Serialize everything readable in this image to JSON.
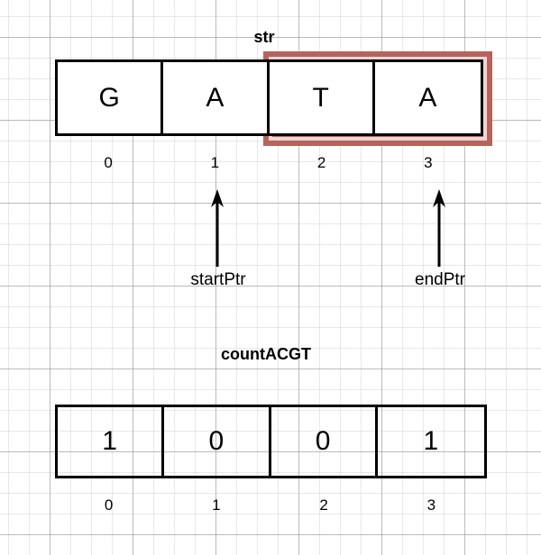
{
  "diagram": {
    "background": "grid-paper",
    "colors": {
      "box_border": "#000000",
      "highlight_border": "#b5635c",
      "highlight_fill": "#f2d5d3",
      "text": "#000000",
      "grid_line": "#969696"
    }
  },
  "str_array": {
    "title": "str",
    "cells": [
      {
        "value": "G",
        "index": "0"
      },
      {
        "value": "A",
        "index": "1"
      },
      {
        "value": "T",
        "index": "2"
      },
      {
        "value": "A",
        "index": "3"
      }
    ],
    "highlight": {
      "from_index": "2",
      "to_index": "3"
    }
  },
  "pointers": [
    {
      "label": "startPtr",
      "points_to_index": "1",
      "icon": "up-arrow-icon"
    },
    {
      "label": "endPtr",
      "points_to_index": "3",
      "icon": "up-arrow-icon"
    }
  ],
  "count_array": {
    "title": "countACGT",
    "cells": [
      {
        "value": "1",
        "index": "0"
      },
      {
        "value": "0",
        "index": "1"
      },
      {
        "value": "0",
        "index": "2"
      },
      {
        "value": "1",
        "index": "3"
      }
    ]
  }
}
